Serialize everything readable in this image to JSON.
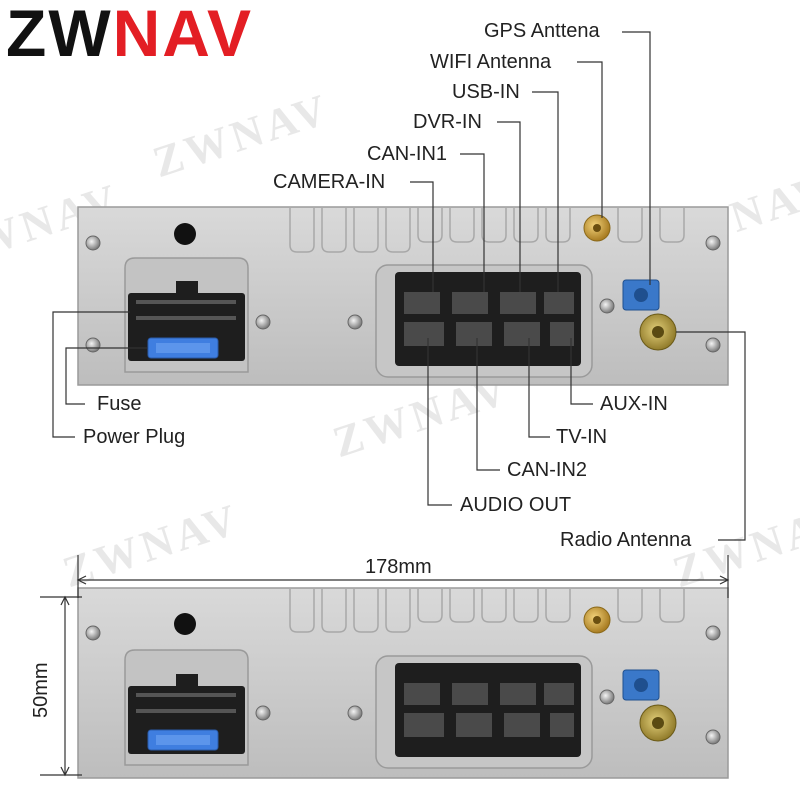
{
  "brand": {
    "logo_part1": "ZW",
    "logo_part2": "NAV",
    "watermark": "ZWNAV"
  },
  "labels": {
    "gps_antenna": "GPS Anttena",
    "wifi_antenna": "WIFI Antenna",
    "usb_in": "USB-IN",
    "dvr_in": "DVR-IN",
    "can_in1": "CAN-IN1",
    "camera_in": "CAMERA-IN",
    "fuse": "Fuse",
    "power_plug": "Power Plug",
    "aux_in": "AUX-IN",
    "tv_in": "TV-IN",
    "can_in2": "CAN-IN2",
    "audio_out": "AUDIO OUT",
    "radio_antenna": "Radio Antenna"
  },
  "dimensions": {
    "width": "178mm",
    "height": "50mm"
  },
  "colors": {
    "panel": "#c9c9c9",
    "panel_edge": "#9a9a9a",
    "connector": "#1e1e1e",
    "fuse_blue": "#3f7ee0",
    "fakra_blue": "#3a78c9",
    "gold": "#c9a04a",
    "olive": "#b39a3a",
    "logo_red": "#e31e24",
    "logo_black": "#111111"
  }
}
